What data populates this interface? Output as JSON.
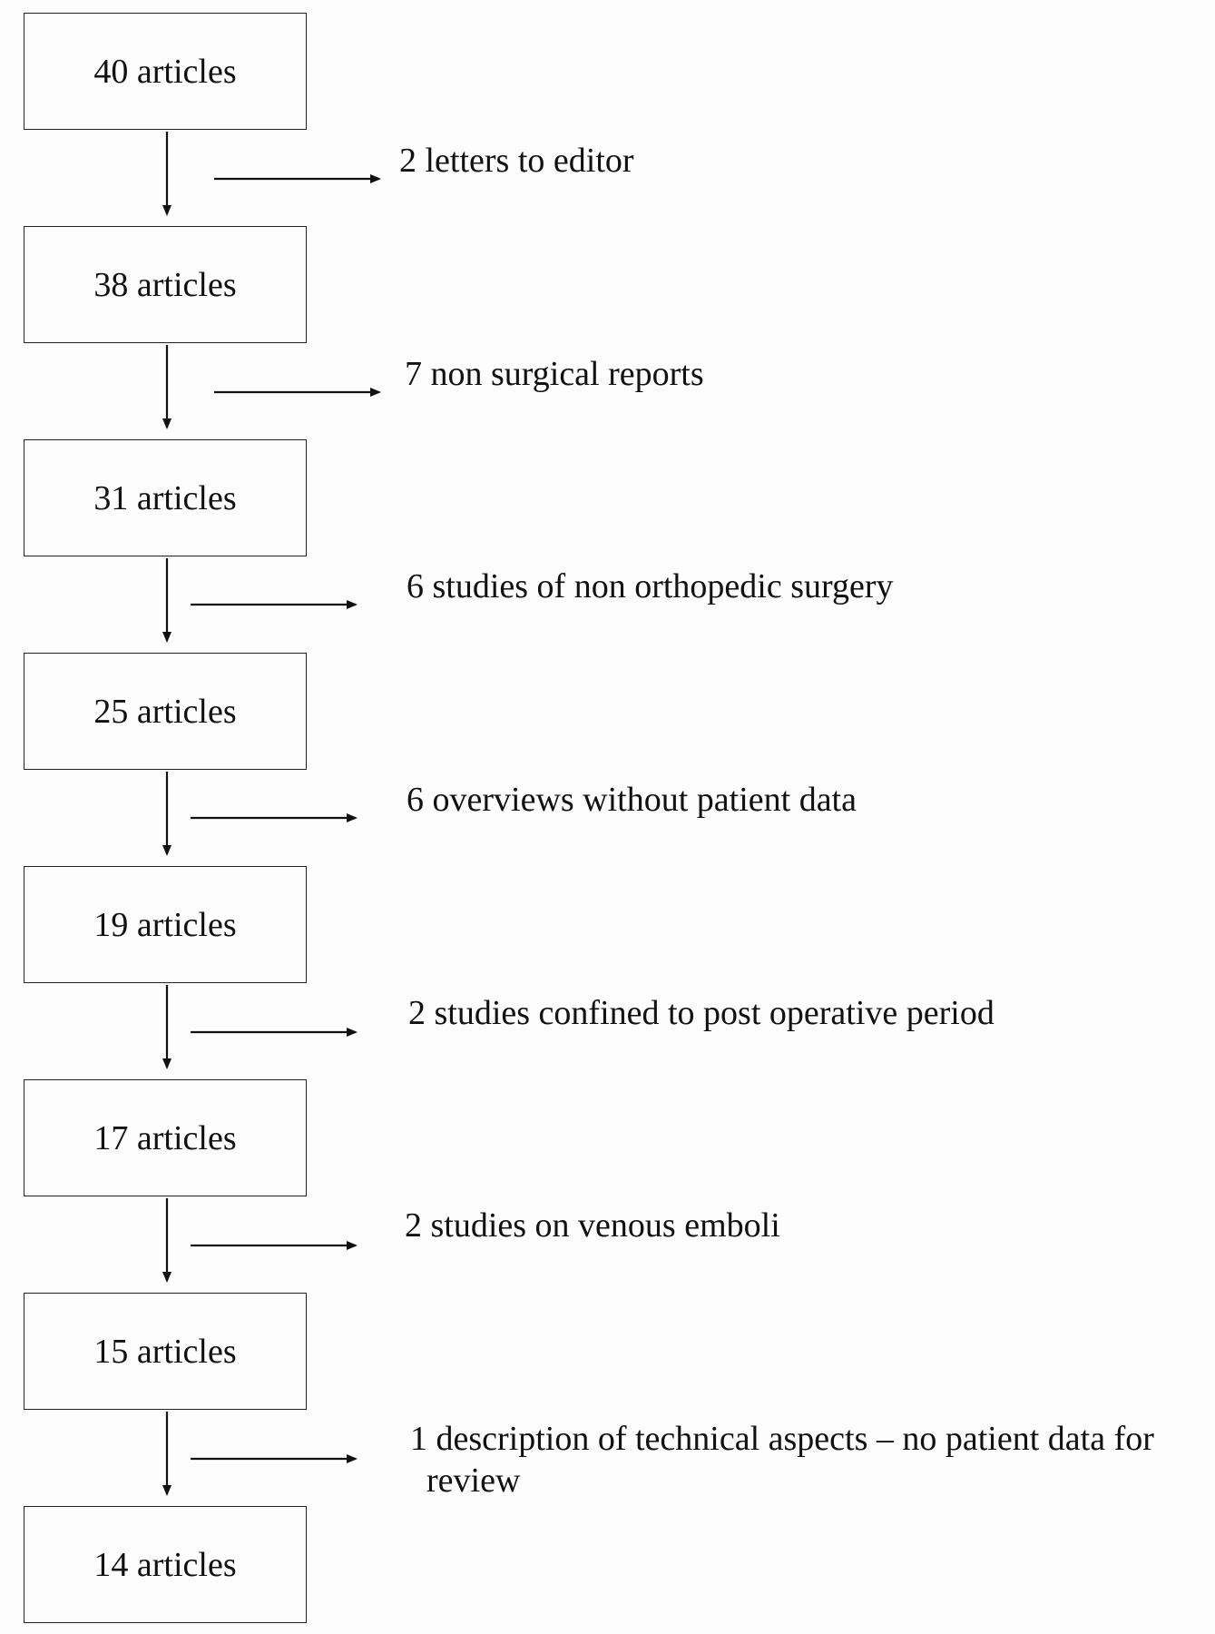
{
  "flow": {
    "boxes": [
      {
        "label": "40 articles"
      },
      {
        "label": "38 articles"
      },
      {
        "label": "31 articles"
      },
      {
        "label": "25 articles"
      },
      {
        "label": "19 articles"
      },
      {
        "label": "17 articles"
      },
      {
        "label": "15 articles"
      },
      {
        "label": "14 articles"
      }
    ],
    "exclusions": [
      {
        "text": "2 letters to editor"
      },
      {
        "text": "7 non surgical reports"
      },
      {
        "text": "6 studies of non orthopedic surgery"
      },
      {
        "text": "6 overviews without patient data"
      },
      {
        "text": "2 studies confined to post operative period"
      },
      {
        "text": "2 studies on venous emboli"
      },
      {
        "text": "1 description of technical aspects – no patient data for",
        "text_line2": "review"
      }
    ]
  }
}
